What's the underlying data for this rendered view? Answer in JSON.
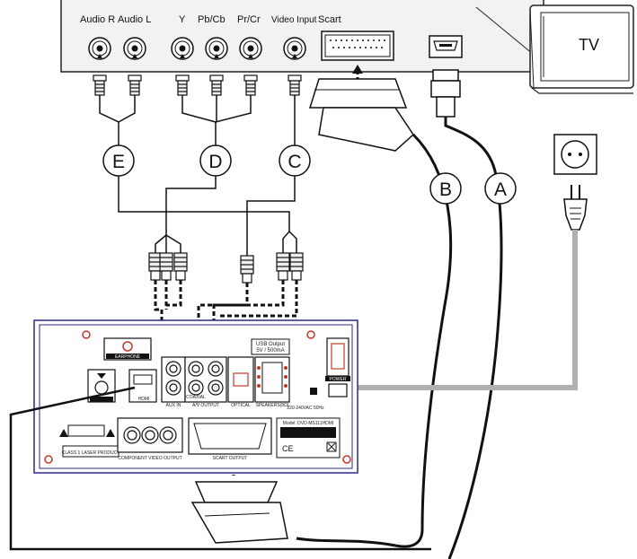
{
  "tv": {
    "ports": {
      "audio_r": "Audio R",
      "audio_l": "Audio L",
      "y": "Y",
      "pb_cb": "Pb/Cb",
      "pr_cr": "Pr/Cr",
      "video_input": "Video Input",
      "scart": "Scart"
    },
    "screen_label": "TV"
  },
  "cables": {
    "a": "A",
    "b": "B",
    "c": "C",
    "d": "D",
    "e": "E"
  },
  "player": {
    "earphone": "EARPHONE",
    "usb_output": "USB Output",
    "usb_rating": "5V / 500mA",
    "hdmi": "HDMI",
    "aux_in": "AUX IN",
    "av_output": "A/V OUTPUT",
    "coaxial": "COAXIAL",
    "optical": "OPTICAL",
    "speakers": "SPEAKERS(8Ω)",
    "power": "POWER",
    "voltage": "220-240VAC  50Hz",
    "component_video_output": "COMPONENT VIDEO OUTPUT",
    "scart_output": "SCART OUTPUT",
    "laser": "CLASS 1 LASER PRODUCT",
    "model": "Model: DVD-MS111HDMI",
    "ce": "CE"
  }
}
